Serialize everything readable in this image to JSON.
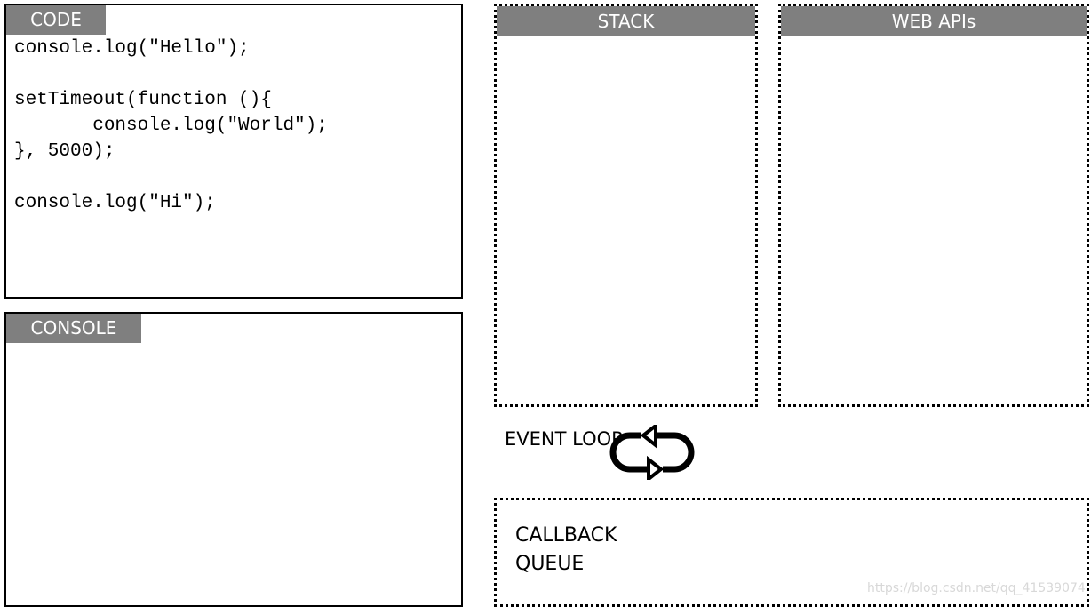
{
  "code_panel": {
    "label": "CODE",
    "lines": [
      "console.log(\"Hello\");",
      "",
      "setTimeout(function (){",
      "       console.log(\"World\");",
      "}, 5000);",
      "",
      "console.log(\"Hi\");"
    ]
  },
  "console_panel": {
    "label": "CONSOLE"
  },
  "stack_panel": {
    "label": "STACK"
  },
  "webapis_panel": {
    "label": "WEB APIs"
  },
  "event_loop": {
    "label": "EVENT LOOP",
    "icon": "loop-arrows-icon"
  },
  "callback_queue": {
    "label_line1": "CALLBACK",
    "label_line2": "QUEUE"
  },
  "watermark": "https://blog.csdn.net/qq_41539074"
}
